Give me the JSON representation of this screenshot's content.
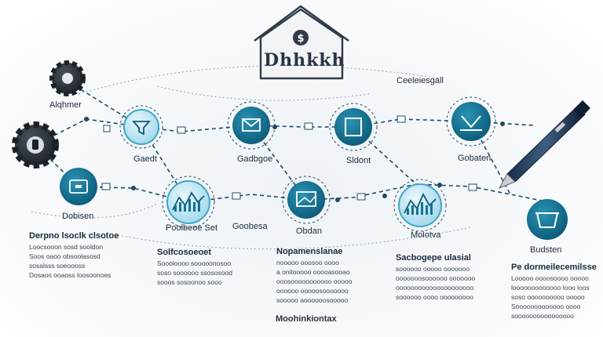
{
  "title": "Dhhkkh",
  "labels": {
    "top_right": "Ceeleiesgall",
    "gear_top": "Alqhmer",
    "n1": "Gaedt",
    "n2": "Gadbgoe",
    "n3": "Sldont",
    "n4": "Gobaten",
    "left_box": "Dobisen",
    "mid1": "Poolbeoe Set",
    "mid2": "Goobesa",
    "mid3": "Obdan",
    "mid4": "Molotva",
    "right_box": "Budsten"
  },
  "blocks": [
    {
      "head": "Derpno lsoclk clsotoe",
      "lines": [
        "Loocsooon sosd sooldon",
        "Soos oaoo obsoolasosd",
        "sosalsss soeoooss",
        "Dosaos ooaoss loosoonoes"
      ]
    },
    {
      "head": "Solfcosoeoet",
      "lines": [
        "Soooloooo sooooonosoo",
        "soso soooooo ssososood",
        "sooos sosoonoo sooo"
      ]
    },
    {
      "head": "Nopamenslanae",
      "lines": [
        "nooooo ooosoo oooo",
        "a onitooooo ooooasooao",
        "ooosooooooooooo ooooo",
        "oooooo ooooosooooooo",
        "sooooo aoooooosooooo"
      ]
    },
    {
      "head": "Sacbogepe ulasial",
      "lines": [
        "soooooo ooooo ooooooo",
        "ooooooosoooooo ooooooo",
        "ooooooooooooooooooooo",
        "soooooo oooo ooooooooo"
      ]
    },
    {
      "head": "Pe dormeilecemilsse",
      "lines": [
        "Looooo oooosoooo ooooo",
        "looooooooooooo looo loos",
        "soso oooooooooo ooooo",
        "Sooooooooooooo oooo",
        "soooooooooooooooo"
      ]
    }
  ],
  "footer": "Moohinkiontax",
  "colors": {
    "accent": "#14718f",
    "node_dark": "#1d3f5a",
    "line": "#1f4a6a",
    "gear": "#2a2f36"
  }
}
